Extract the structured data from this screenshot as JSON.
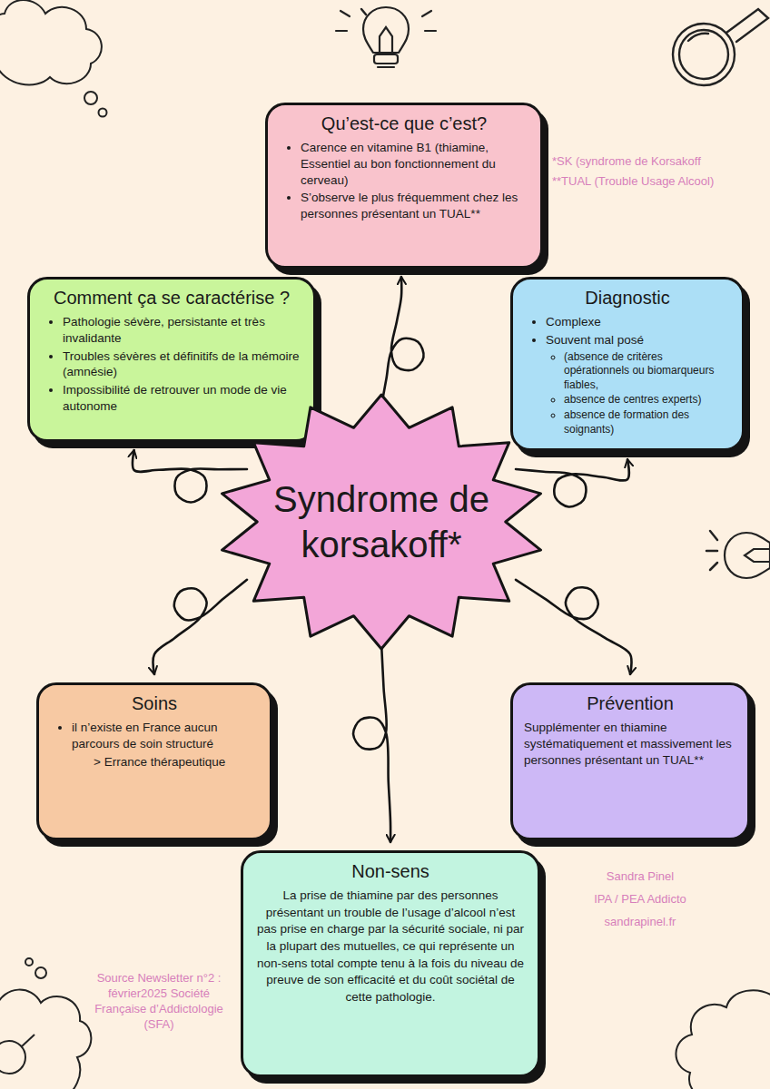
{
  "diagram": {
    "nodes": [
      {
        "text": [
          "Qu’est-ce que c’est?",
          "Carence en vitamine B1 (thiamine, Essentiel au bon fonctionnement du cerveau)",
          "S’observe le plus fréquemment chez les personnes présentant un TUAL**"
        ]
      },
      {
        "text": [
          "Comment ça se caractérise ?",
          "Pathologie sévère, persistante et très invalidante",
          "Troubles sévères et définitifs de la mémoire (amnésie)",
          "Impossibilité de retrouver un mode de vie autonome"
        ]
      },
      {
        "text": [
          "Diagnostic",
          "Complexe",
          "Souvent mal posé",
          "(absence de critères opérationnels ou biomarqueurs fiables,",
          "absence de centres experts)",
          "absence de formation des soignants)"
        ]
      },
      {
        "text": [
          "Syndrome de korsakoff*"
        ]
      },
      {
        "text": [
          "Soins",
          "il n’existe en France aucun parcours de soin structuré",
          "> Errance thérapeutique"
        ]
      },
      {
        "text": [
          "Prévention",
          "Supplémenter en thiamine systématiquement et massivement les personnes présentant un TUAL**"
        ]
      },
      {
        "text": [
          "Non-sens",
          "La prise de thiamine par des personnes présentant un trouble de l’usage d’alcool n’est pas prise en charge par la sécurité sociale, ni par la plupart des mutuelles, ce qui représente un non-sens total compte tenu à la fois du niveau de preuve de son efficacité et du coût sociétal de cette pathologie."
        ]
      }
    ],
    "edges": [
      {
        "from": 3,
        "to": 0,
        "arrow": "to"
      },
      {
        "from": 3,
        "to": 1,
        "arrow": "to"
      },
      {
        "from": 3,
        "to": 2,
        "arrow": "to"
      },
      {
        "from": 3,
        "to": 4,
        "arrow": "to"
      },
      {
        "from": 3,
        "to": 5,
        "arrow": "to"
      },
      {
        "from": 3,
        "to": 6,
        "arrow": "to"
      }
    ],
    "labels": [
      "*SK (syndrome de Korsakoff",
      "**TUAL (Trouble Usage Alcool)",
      "Sandra Pinel",
      "IPA / PEA Addicto",
      "sandrapinel.fr",
      "Source Newsletter n°2 : février2025 Société Française d’Addictologie (SFA)"
    ]
  }
}
